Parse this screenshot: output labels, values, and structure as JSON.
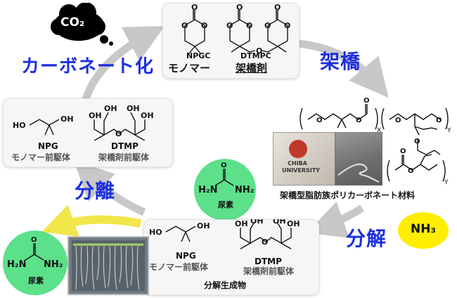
{
  "cloud": {
    "label": "CO₂"
  },
  "labels": {
    "carbonation": "カーボネート化",
    "crosslinking": "架橋",
    "separation": "分離",
    "decomposition": "分解"
  },
  "top_panel": {
    "npgc": "NPGC",
    "dtmpc": "DTMPC",
    "monomer": "モノマー",
    "crosslinker": "架橋剤"
  },
  "left_panel": {
    "npg": "NPG",
    "npg_sub": "モノマー前駆体",
    "dtmp": "DTMP",
    "dtmp_sub": "架橋剤前駆体"
  },
  "polymer": {
    "caption": "架橋型脂肪族ポリカーボネート材料",
    "logo_line1": "CHIBA",
    "logo_line2": "UNIVERSITY",
    "sub_x": "X",
    "sub_y1": "Y",
    "sub_y2": "Y"
  },
  "urea_top": {
    "name": "尿素",
    "h2n": "H₂N",
    "nh2": "NH₂"
  },
  "urea_bottom": {
    "name": "尿素",
    "h2n": "H₂N",
    "nh2": "NH₂"
  },
  "ammonia": {
    "label": "NH₃"
  },
  "bottom_panel": {
    "npg": "NPG",
    "npg_sub": "モノマー前駆体",
    "dtmp": "DTMP",
    "dtmp_sub": "架橋剤前駆体",
    "caption": "分解生成物"
  },
  "colors": {
    "label_blue": "#1d2fe0",
    "urea_green": "#5ce08a",
    "ammonia_yellow": "#ffee00",
    "arrow_yellow": "#f2e64a",
    "cycle_gray": "#c8c8c8"
  }
}
